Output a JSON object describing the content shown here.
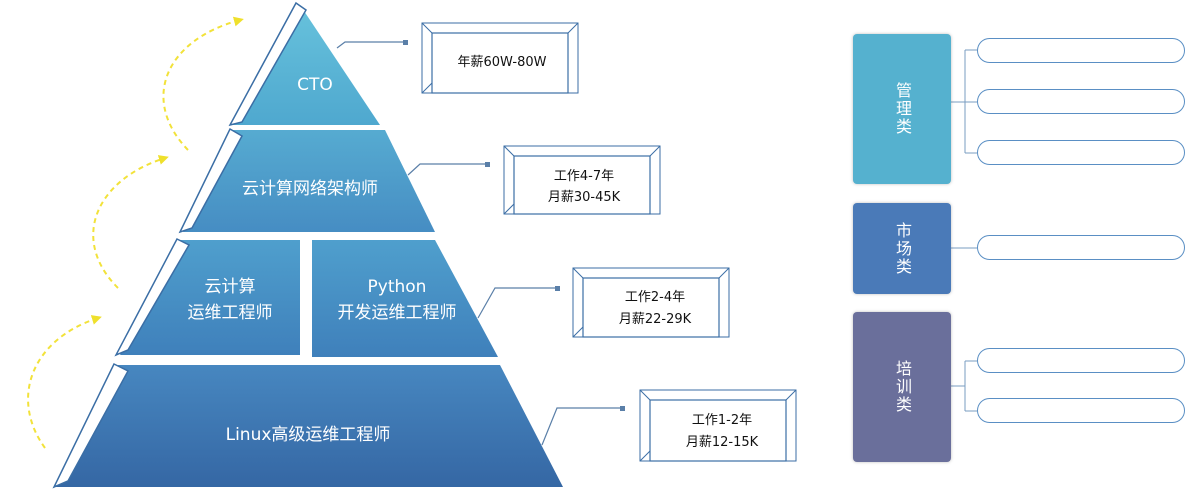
{
  "pyramid": {
    "top_label": "CTO",
    "second_label": "云计算网络架构师",
    "third_left_line1": "云计算",
    "third_left_line2": "运维工程师",
    "third_right_line1": "Python",
    "third_right_line2": "开发运维工程师",
    "bottom_label": "Linux高级运维工程师"
  },
  "salary_boxes": [
    {
      "line1": "年薪60W-80W",
      "line2": ""
    },
    {
      "line1": "工作4-7年",
      "line2": "月薪30-45K"
    },
    {
      "line1": "工作2-4年",
      "line2": "月薪22-29K"
    },
    {
      "line1": "工作1-2年",
      "line2": "月薪12-15K"
    }
  ],
  "categories": [
    {
      "label": "管理类",
      "color": "#55b1cf",
      "options": [
        "",
        "",
        ""
      ]
    },
    {
      "label": "市场类",
      "color": "#4a7ab8",
      "options": [
        ""
      ]
    },
    {
      "label": "培训类",
      "color": "#6a6f9b",
      "options": [
        "",
        ""
      ]
    }
  ],
  "colors": {
    "pyramid_top": "#59b6d2",
    "pyramid_mid": "#4b9cc8",
    "pyramid_bottom": "#3a73ad",
    "arrow": "#f2e23a",
    "connector": "#5a7fa8"
  }
}
